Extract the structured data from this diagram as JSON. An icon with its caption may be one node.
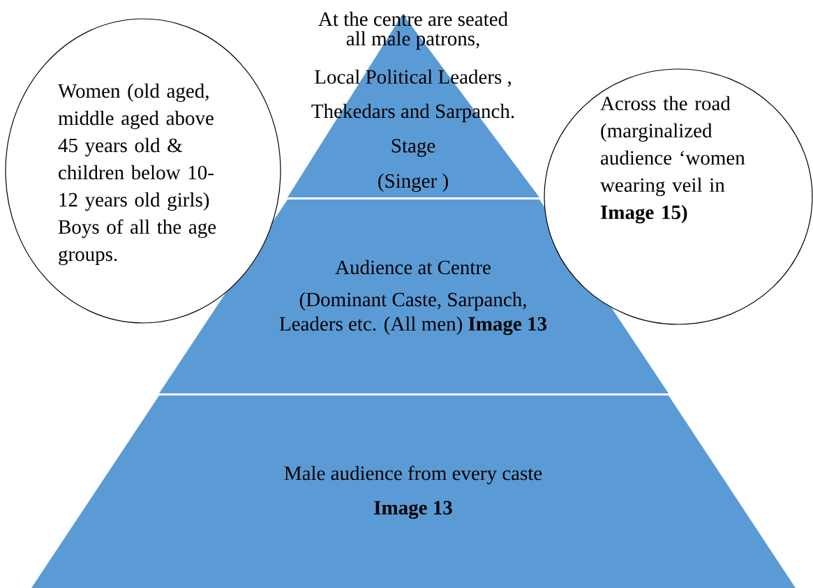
{
  "diagram": {
    "nodes": [
      {
        "text": [
          "At the centre are seated",
          "all male patrons,",
          "Local Political Leaders ,",
          "Thekedars and Sarpanch.",
          "Stage",
          "(Singer )"
        ]
      },
      {
        "text": [
          "Audience at Centre",
          "(Dominant Caste, Sarpanch,",
          "Leaders etc. (All men) **Image 13**"
        ]
      },
      {
        "text": [
          "Male audience from every caste",
          "Image 13"
        ]
      },
      {
        "text": [
          "Women (old aged, middle aged above 45 years old & children below 10-12 years old girls) Boys of all the age groups."
        ]
      },
      {
        "text": [
          "Across the road (marginalized audience ‘women wearing veil in **Image 15)**"
        ]
      }
    ]
  }
}
